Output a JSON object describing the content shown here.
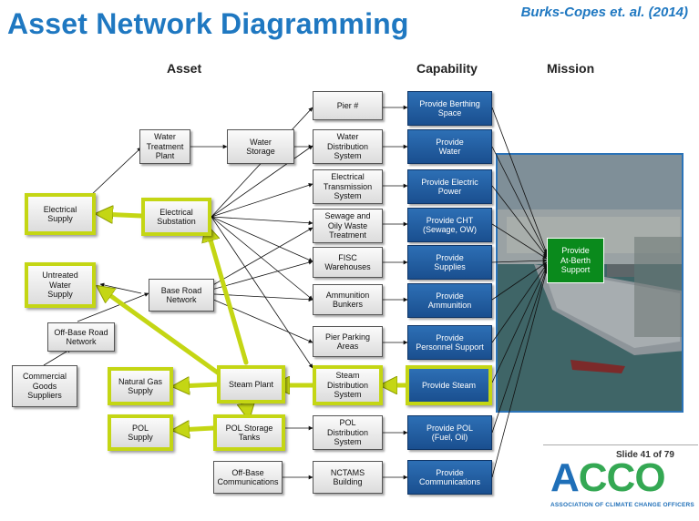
{
  "slide": {
    "title": "Asset Network Diagramming",
    "citation": "Burks-Copes et. al. (2014)",
    "slide_number": "Slide 41 of 79"
  },
  "columns": {
    "asset": "Asset",
    "capability": "Capability",
    "mission": "Mission"
  },
  "assets": {
    "electrical_supply": "Electrical\nSupply",
    "untreated_water_supply": "Untreated\nWater\nSupply",
    "off_base_road_network": "Off-Base Road\nNetwork",
    "commercial_goods_suppliers": "Commercial\nGoods\nSuppliers",
    "natural_gas_supply": "Natural Gas\nSupply",
    "pol_supply": "POL\nSupply",
    "water_treatment_plant": "Water\nTreatment\nPlant",
    "electrical_substation": "Electrical\nSubstation",
    "base_road_network": "Base Road\nNetwork",
    "steam_plant": "Steam Plant",
    "pol_storage_tanks": "POL Storage\nTanks",
    "off_base_communications": "Off-Base\nCommunications",
    "water_storage": "Water\nStorage",
    "pier": "Pier #",
    "water_distribution_system": "Water\nDistribution\nSystem",
    "electrical_transmission_system": "Electrical\nTransmission\nSystem",
    "sewage_oily_waste_treatment": "Sewage and\nOily Waste\nTreatment",
    "fisc_warehouses": "FISC\nWarehouses",
    "ammunition_bunkers": "Ammunition\nBunkers",
    "pier_parking_areas": "Pier Parking\nAreas",
    "steam_distribution_system": "Steam\nDistribution\nSystem",
    "pol_distribution_system": "POL\nDistribution\nSystem",
    "nctams_building": "NCTAMS\nBuilding"
  },
  "capabilities": {
    "berthing_space": "Provide Berthing\nSpace",
    "water": "Provide\nWater",
    "electric_power": "Provide Electric\nPower",
    "cht": "Provide CHT\n(Sewage, OW)",
    "supplies": "Provide\nSupplies",
    "ammunition": "Provide\nAmmunition",
    "personnel_support": "Provide\nPersonnel Support",
    "steam": "Provide Steam",
    "pol": "Provide POL\n(Fuel, Oil)",
    "communications": "Provide\nCommunications"
  },
  "mission": {
    "label": "Provide\nAt-Berth\nSupport"
  },
  "logo": {
    "text": "ACCO",
    "subtitle": "ASSOCIATION OF CLIMATE CHANGE OFFICERS",
    "colors": {
      "blue": "#1f6fb8",
      "green": "#34a853"
    }
  },
  "colors": {
    "title": "#1f78c1",
    "capability_box": "#1f5ea3",
    "highlight": "#c4d614",
    "mission_box": "#0a8a1c"
  }
}
